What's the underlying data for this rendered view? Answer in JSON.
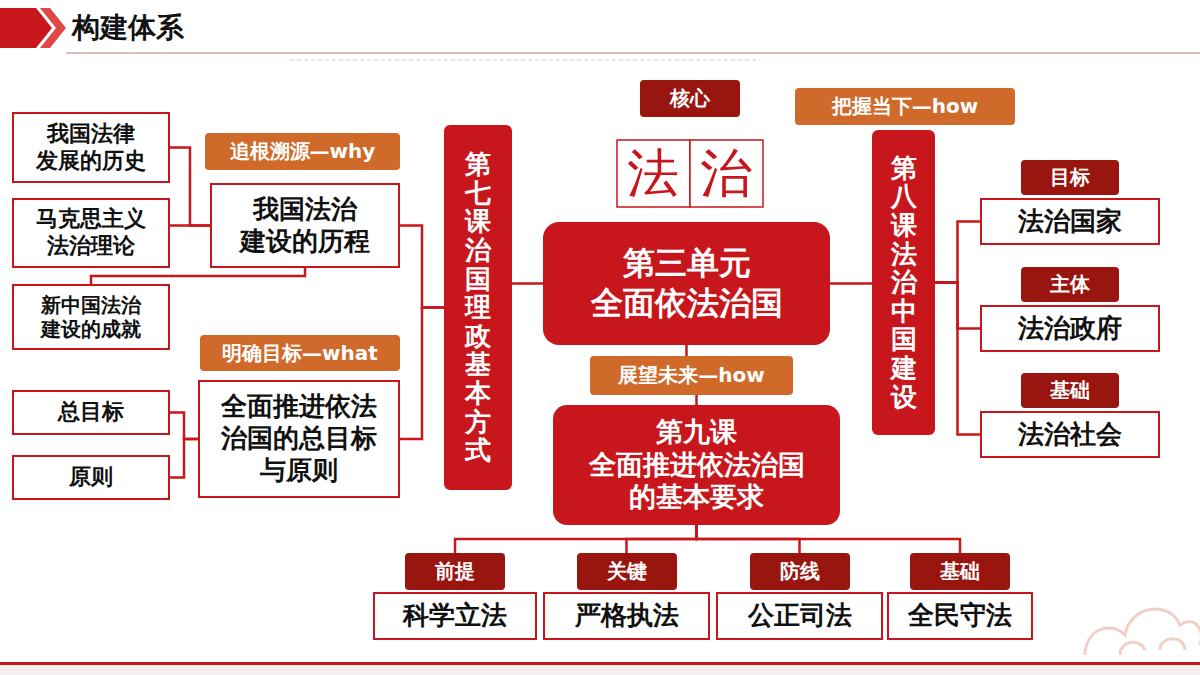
{
  "diagram": {
    "title": "构建体系",
    "nodes": [
      {
        "text": [
          "核心",
          "法治"
        ]
      },
      {
        "text": [
          "第三单元 全面依法治国"
        ]
      },
      {
        "text": [
          "第七课 治国理政基本方式"
        ]
      },
      {
        "text": [
          "追根溯源—why",
          "我国法治 建设的历程"
        ]
      },
      {
        "text": [
          "明确目标—what",
          "全面推进依法 治国的总目标 与原则"
        ]
      },
      {
        "text": [
          "我国法律 发展的历史"
        ]
      },
      {
        "text": [
          "马克思主义 法治理论"
        ]
      },
      {
        "text": [
          "新中国法治 建设的成就"
        ]
      },
      {
        "text": [
          "总目标"
        ]
      },
      {
        "text": [
          "原则"
        ]
      },
      {
        "text": [
          "把握当下—how",
          "第八课 法治中国建设"
        ]
      },
      {
        "text": [
          "目标",
          "法治国家"
        ]
      },
      {
        "text": [
          "主体",
          "法治政府"
        ]
      },
      {
        "text": [
          "基础",
          "法治社会"
        ]
      },
      {
        "text": [
          "第九课 全面推进依法治国 的基本要求"
        ]
      },
      {
        "text": [
          "前提",
          "科学立法"
        ]
      },
      {
        "text": [
          "关键",
          "严格执法"
        ]
      },
      {
        "text": [
          "防线",
          "公正司法"
        ]
      },
      {
        "text": [
          "基础",
          "全民守法"
        ]
      }
    ],
    "edges": [
      {
        "from": 1,
        "to": 2,
        "arrow": "none"
      },
      {
        "from": 1,
        "to": 10,
        "arrow": "none"
      },
      {
        "from": 1,
        "to": 14,
        "label": "展望未来—how",
        "arrow": "none"
      },
      {
        "from": 2,
        "to": 3,
        "arrow": "none"
      },
      {
        "from": 2,
        "to": 4,
        "arrow": "none"
      },
      {
        "from": 3,
        "to": 5,
        "arrow": "none"
      },
      {
        "from": 3,
        "to": 6,
        "arrow": "none"
      },
      {
        "from": 3,
        "to": 7,
        "arrow": "none"
      },
      {
        "from": 4,
        "to": 8,
        "arrow": "none"
      },
      {
        "from": 4,
        "to": 9,
        "arrow": "none"
      },
      {
        "from": 10,
        "to": 11,
        "arrow": "none"
      },
      {
        "from": 10,
        "to": 12,
        "arrow": "none"
      },
      {
        "from": 10,
        "to": 13,
        "arrow": "none"
      },
      {
        "from": 14,
        "to": 15,
        "arrow": "none"
      },
      {
        "from": 14,
        "to": 16,
        "arrow": "none"
      },
      {
        "from": 14,
        "to": 17,
        "arrow": "none"
      },
      {
        "from": 14,
        "to": 18,
        "arrow": "none"
      }
    ]
  }
}
